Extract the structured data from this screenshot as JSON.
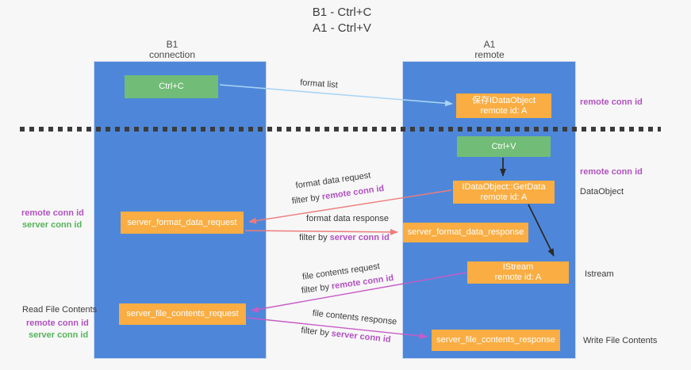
{
  "title": {
    "line1": "B1 - Ctrl+C",
    "line2": "A1 - Ctrl+V"
  },
  "lanes": {
    "left": {
      "name": "B1",
      "role": "connection"
    },
    "right": {
      "name": "A1",
      "role": "remote"
    }
  },
  "nodes": {
    "ctrl_c": {
      "label": "Ctrl+C"
    },
    "save_dataobject": {
      "line1": "保存IDataObject",
      "line2": "remote id: A"
    },
    "ctrl_v": {
      "label": "Ctrl+V"
    },
    "getdata": {
      "line1": "IDataObject::GetData",
      "line2": "remote id: A"
    },
    "format_request": {
      "label": "server_format_data_request"
    },
    "format_response": {
      "label": "server_format_data_response"
    },
    "istream": {
      "line1": "IStream",
      "line2": "remote id: A"
    },
    "file_request": {
      "label": "server_file_contents_request"
    },
    "file_response": {
      "label": "server_file_contents_response"
    }
  },
  "edge_labels": {
    "format_list": "format list",
    "format_request": {
      "title": "format data request",
      "filter_prefix": "filter by",
      "filter_key": "remote conn id"
    },
    "format_response": {
      "title": "format data response",
      "filter_prefix": "filter by",
      "filter_key": "server conn id"
    },
    "file_request": {
      "title": "file contents request",
      "filter_prefix": "filter by",
      "filter_key": "remote conn id"
    },
    "file_response": {
      "title": "file contents response",
      "filter_prefix": "filter by",
      "filter_key": "server conn id"
    }
  },
  "side_labels": {
    "left_format_remote": "remote conn id",
    "left_format_server": "server conn id",
    "read_file": "Read File Contents",
    "left_file_remote": "remote conn id",
    "left_file_server": "server conn id",
    "right_top_remote": "remote conn id",
    "right_mid_remote": "remote conn id",
    "right_dataobject": "DataObject",
    "right_istream": "Istream",
    "right_write": "Write File Contents"
  },
  "colors": {
    "lane_blue": "#4e87d9",
    "box_orange": "#f9ad42",
    "box_green": "#71bd77",
    "highlight_purple": "#b052c0",
    "highlight_green": "#55b45a",
    "arrow_salmon": "#ee7b7b",
    "arrow_magenta": "#c75bc7",
    "arrow_lightblue": "#aad4f5",
    "arrow_black": "#2b2b2b",
    "dashed_line": "#3b3b3b"
  }
}
